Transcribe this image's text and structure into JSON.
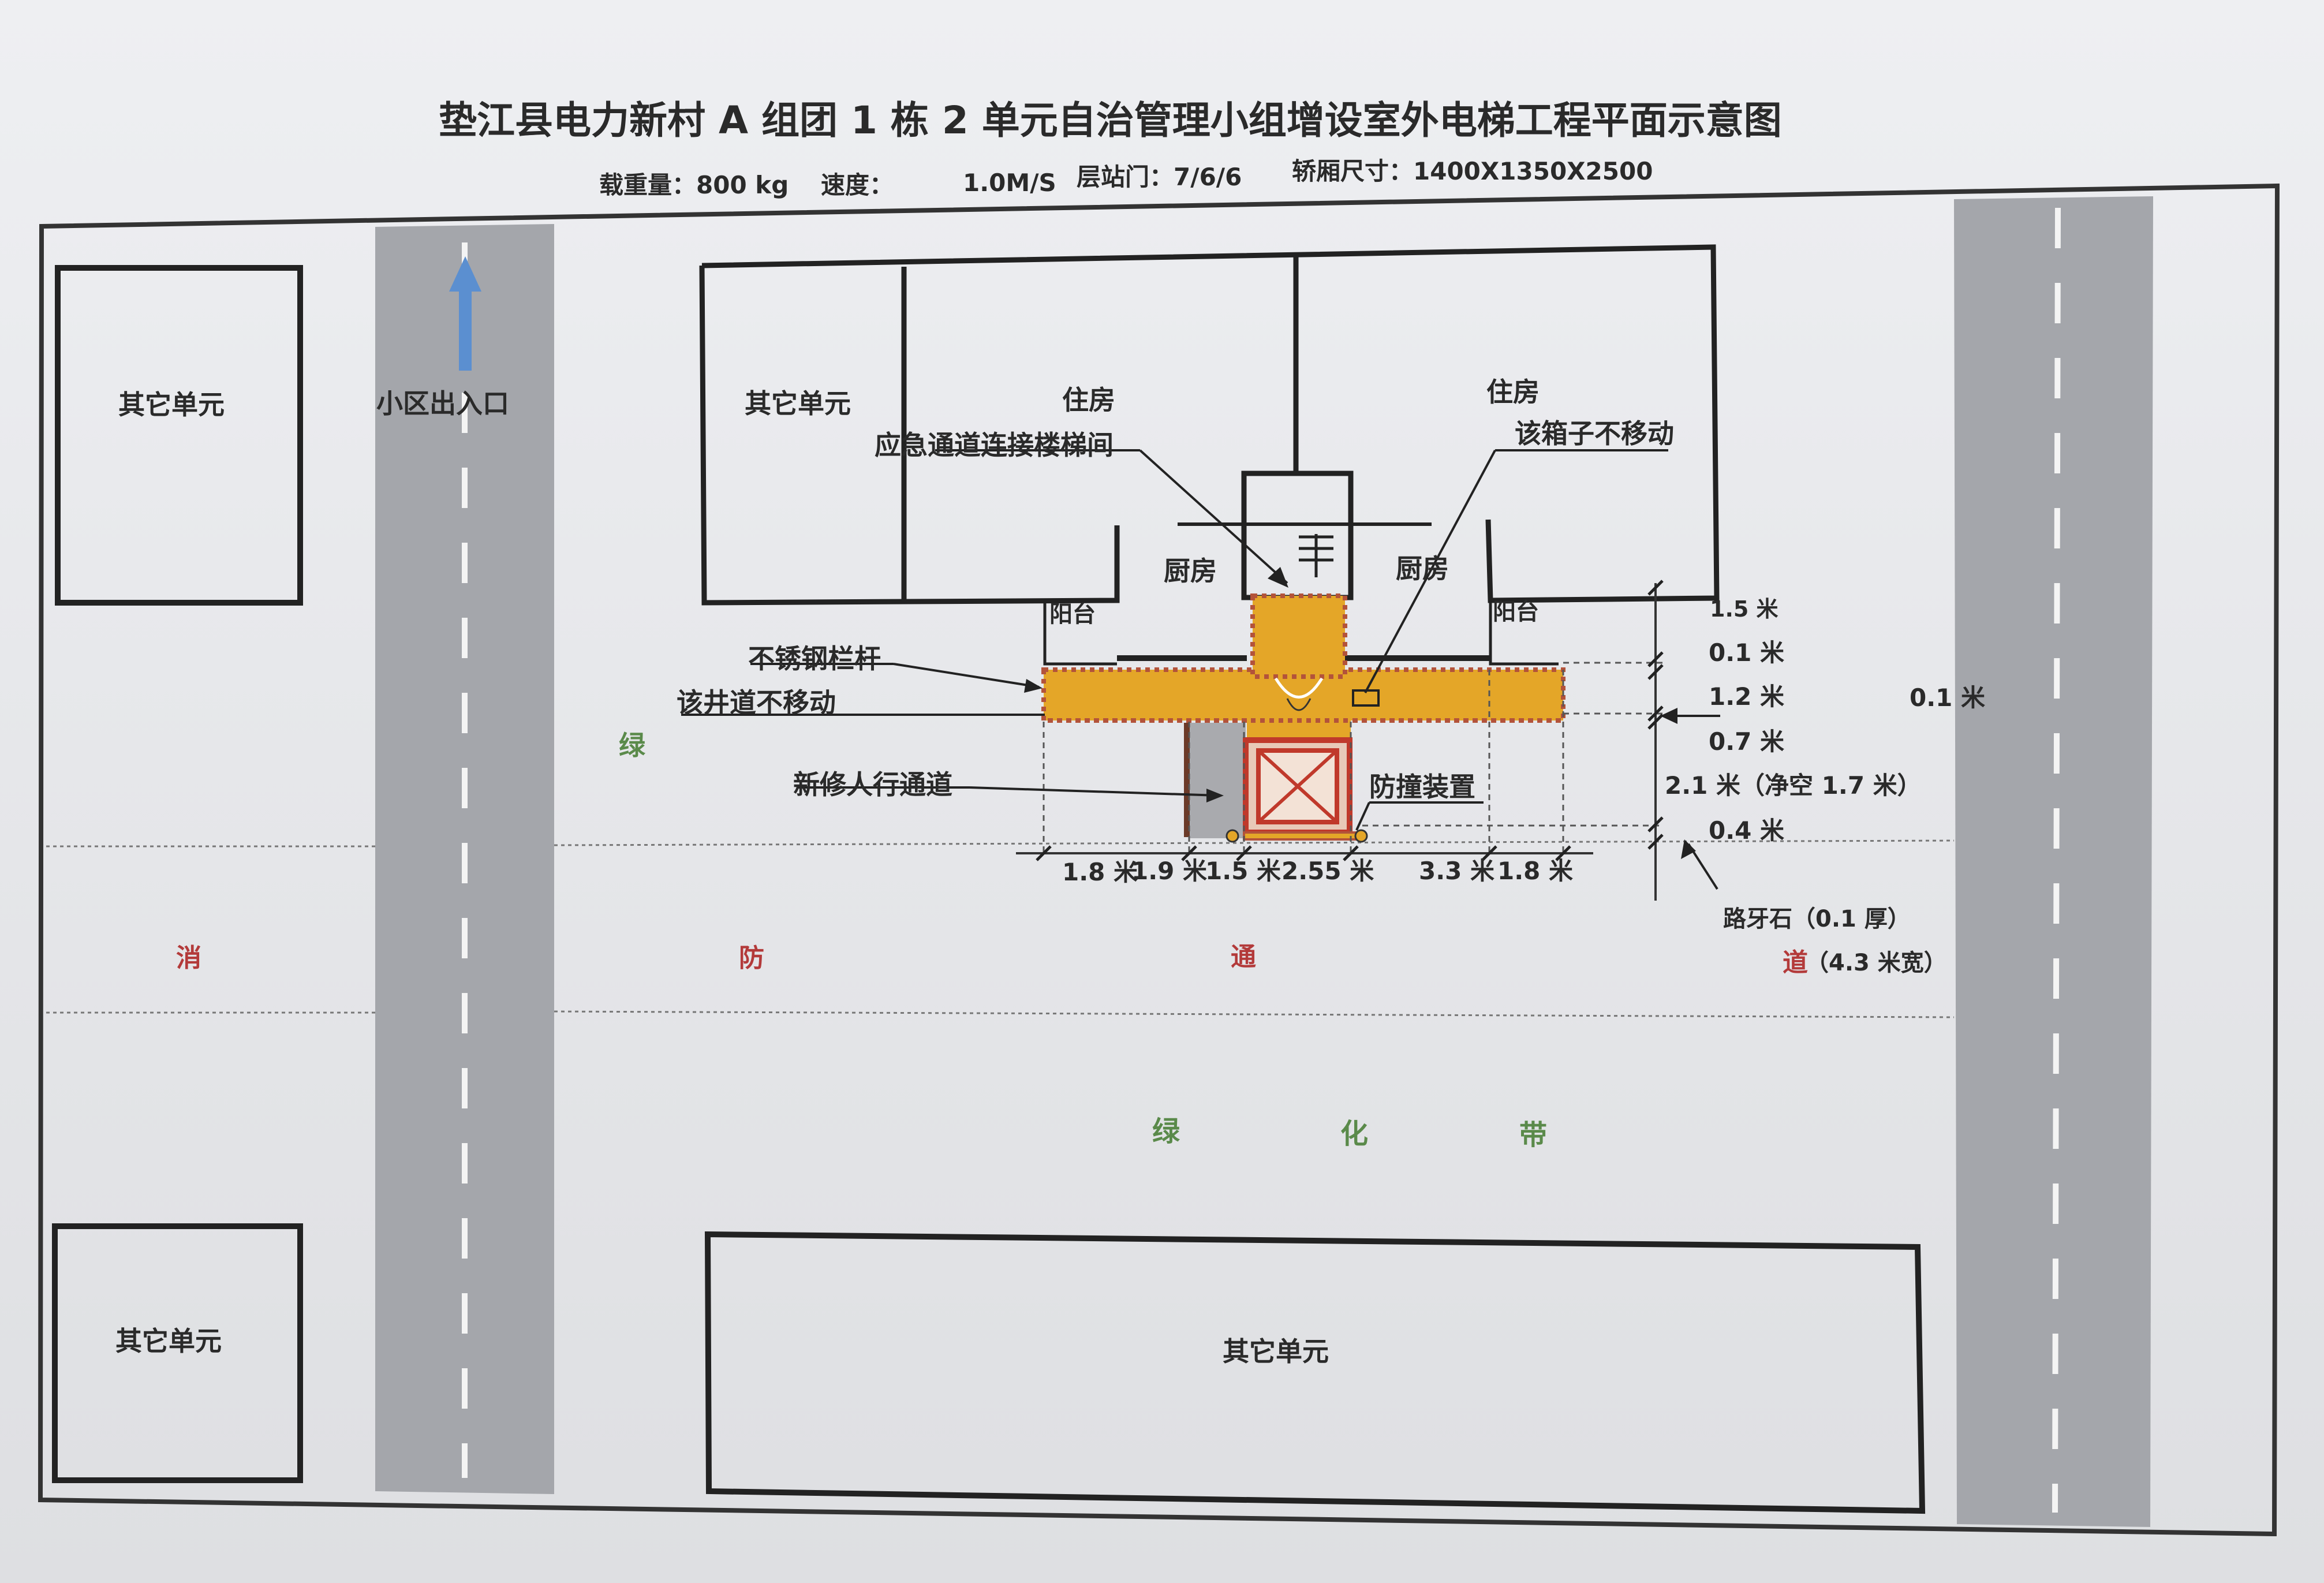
{
  "title": "垫江县电力新村 A 组团 1 栋 2 单元自治管理小组增设室外电梯工程平面示意图",
  "specs": {
    "load_label": "载重量：800 kg",
    "speed_label": "速度：",
    "speed_value": "1.0M/S",
    "stops_label": "层站门：7/6/6",
    "car_label": "轿厢尺寸：1400X1350X2500"
  },
  "labels": {
    "other_unit_tl": "其它单元",
    "other_unit_bl": "其它单元",
    "other_unit_top": "其它单元",
    "other_unit_bottom": "其它单元",
    "entrance": "小区出入口",
    "housing_left": "住房",
    "housing_right": "住房",
    "kitchen_left": "厨房",
    "kitchen_right": "厨房",
    "balcony_left": "阳台",
    "balcony_right": "阳台",
    "emergency_passage": "应急通道连接楼梯间",
    "box_not_moved": "该箱子不移动",
    "railing": "不锈钢栏杆",
    "shaft_not_moved": "该井道不移动",
    "new_walkway": "新修人行通道",
    "anti_collision": "防撞装置",
    "green_small": "绿",
    "curb": "路牙石（0.1 厚）"
  },
  "fire_lane": {
    "chars": [
      "消",
      "防",
      "通",
      "道"
    ],
    "width_note": "（4.3 米宽）"
  },
  "green_belt": {
    "chars": [
      "绿",
      "化",
      "带"
    ]
  },
  "dims_bottom": [
    "1.8 米",
    "1.9 米",
    "1.5 米",
    "2.55 米",
    "3.3 米",
    "1.8 米"
  ],
  "dims_right": [
    "1.5 米",
    "0.1 米",
    "1.2 米",
    "0.7 米",
    "2.1 米（净空 1.7 米）",
    "0.4 米"
  ],
  "dim_far_right": "0.1 米",
  "colors": {
    "road": "#a4a6ab",
    "road_line": "#f4f4f4",
    "walkway_fill": "#e4a628",
    "walkway_dots": "#b3533a",
    "shaft_red": "#c0392b",
    "arrow_blue": "#5b8fd0",
    "building_line": "#222222"
  }
}
